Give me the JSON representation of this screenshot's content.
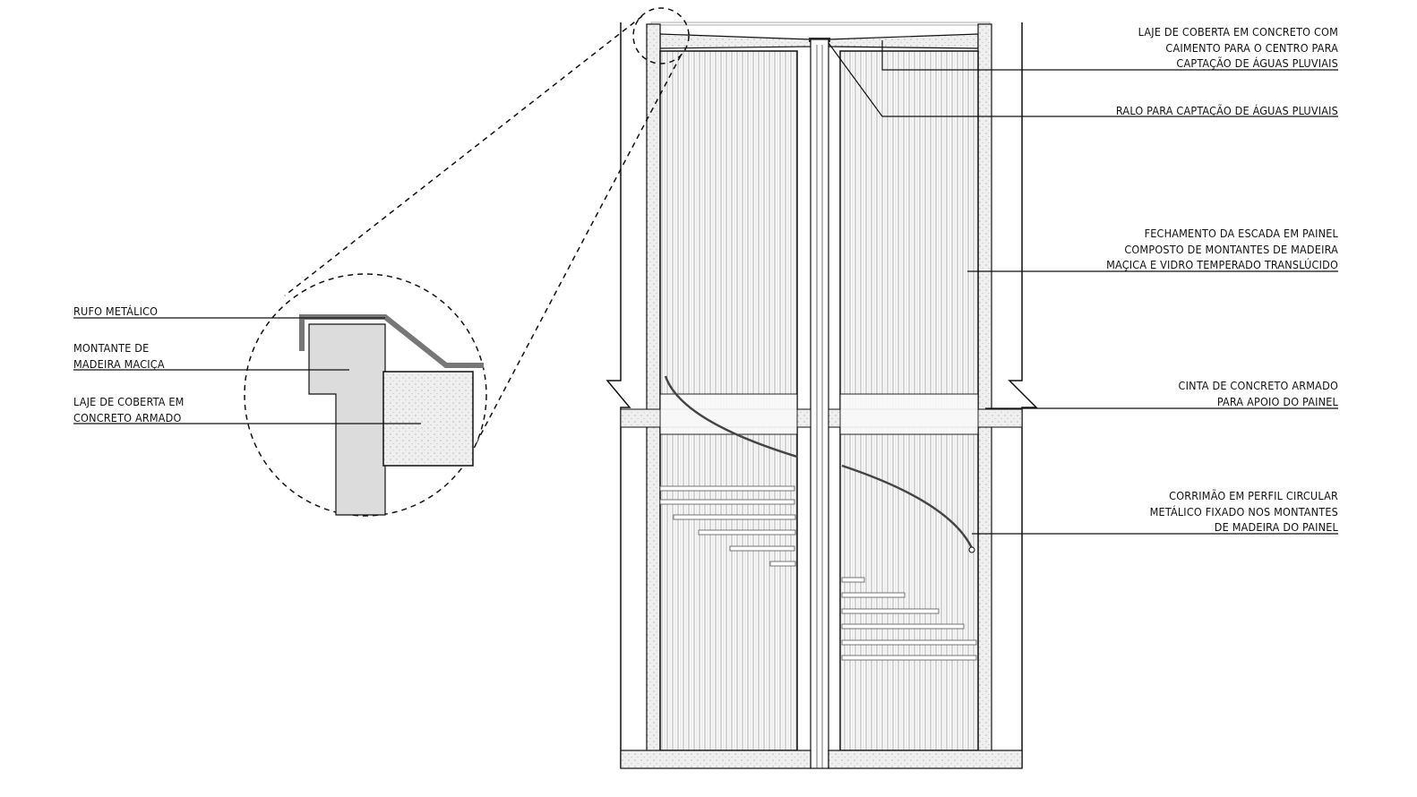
{
  "right_labels": {
    "laje_coberta": [
      "LAJE DE COBERTA EM CONCRETO COM",
      "CAIMENTO PARA O CENTRO PARA",
      "CAPTAÇÃO DE ÁGUAS PLUVIAIS"
    ],
    "ralo": [
      "RALO PARA CAPTAÇÃO DE ÁGUAS PLUVIAIS"
    ],
    "fechamento": [
      "FECHAMENTO DA ESCADA EM PAINEL",
      "COMPOSTO DE MONTANTES DE MADEIRA",
      "MAÇICA E VIDRO TEMPERADO TRANSLÚCIDO"
    ],
    "cinta": [
      "CINTA DE CONCRETO ARMADO",
      "PARA APOIO DO PAINEL"
    ],
    "corrimao": [
      "CORRIMÃO EM PERFIL CIRCULAR",
      "METÁLICO FIXADO NOS MONTANTES",
      "DE MADEIRA DO PAINEL"
    ]
  },
  "detail_labels": {
    "rufo": [
      "RUFO METÁLICO"
    ],
    "montante": [
      "MONTANTE DE",
      "MADEIRA MACIÇA"
    ],
    "laje": [
      "LAJE DE COBERTA EM",
      "CONCRETO ARMADO"
    ]
  },
  "colors": {
    "line": "#111111",
    "concrete": "#eeeeee",
    "wood": "#d9d9d9",
    "flashing": "#777777"
  }
}
